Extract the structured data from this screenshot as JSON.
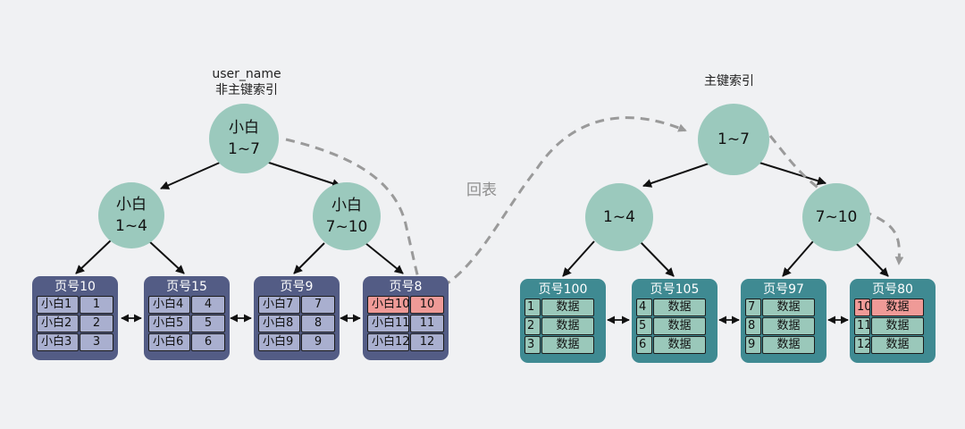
{
  "secondary_tree": {
    "title_line1": "user_name",
    "title_line2": "非主键索引",
    "root": {
      "line1": "小白",
      "line2": "1~7"
    },
    "left": {
      "line1": "小白",
      "line2": "1~4"
    },
    "right": {
      "line1": "小白",
      "line2": "7~10"
    },
    "pages": [
      {
        "title": "页号10",
        "rows": [
          [
            "小白1",
            "1"
          ],
          [
            "小白2",
            "2"
          ],
          [
            "小白3",
            "3"
          ]
        ]
      },
      {
        "title": "页号15",
        "rows": [
          [
            "小白4",
            "4"
          ],
          [
            "小白5",
            "5"
          ],
          [
            "小白6",
            "6"
          ]
        ]
      },
      {
        "title": "页号9",
        "rows": [
          [
            "小白7",
            "7"
          ],
          [
            "小白8",
            "8"
          ],
          [
            "小白9",
            "9"
          ]
        ]
      },
      {
        "title": "页号8",
        "rows": [
          [
            "小白10",
            "10"
          ],
          [
            "小白11",
            "11"
          ],
          [
            "小白12",
            "12"
          ]
        ]
      }
    ]
  },
  "primary_tree": {
    "title": "主键索引",
    "root": {
      "line1": "1~7"
    },
    "left": {
      "line1": "1~4"
    },
    "right": {
      "line1": "7~10"
    },
    "pages": [
      {
        "title": "页号100",
        "rows": [
          [
            "1",
            "数据"
          ],
          [
            "2",
            "数据"
          ],
          [
            "3",
            "数据"
          ]
        ]
      },
      {
        "title": "页号105",
        "rows": [
          [
            "4",
            "数据"
          ],
          [
            "5",
            "数据"
          ],
          [
            "6",
            "数据"
          ]
        ]
      },
      {
        "title": "页号97",
        "rows": [
          [
            "7",
            "数据"
          ],
          [
            "8",
            "数据"
          ],
          [
            "9",
            "数据"
          ]
        ]
      },
      {
        "title": "页号80",
        "rows": [
          [
            "10",
            "数据"
          ],
          [
            "11",
            "数据"
          ],
          [
            "12",
            "数据"
          ]
        ]
      }
    ]
  },
  "lookup_label": "回表",
  "colors": {
    "node_fill": "#9bc9bd",
    "secondary_page": "#535c85",
    "primary_page": "#3f8a92",
    "highlight": "#ef9a97",
    "dashed_path": "#9a9a9a"
  }
}
